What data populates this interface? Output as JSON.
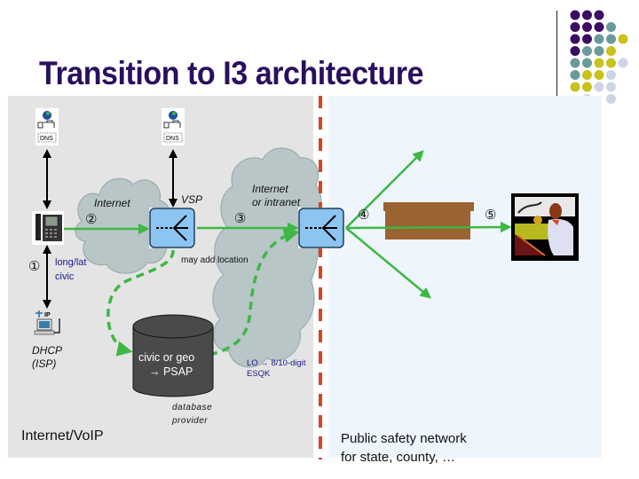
{
  "slide": {
    "title": "Transition to I3 architecture",
    "colors": {
      "title": "#2a0f5e",
      "left_panel_bg": "#e4e4e4",
      "right_panel_bg": "#eef5fd",
      "green_arrow": "#3db843",
      "boundary_dash": "#d9441c",
      "router_fill": "#8cc4f2",
      "cloud_fill": "#b8c6c8",
      "database_fill": "#4a4a4a",
      "brown_box": "#9a6432",
      "navy_text": "#1a1a8c"
    },
    "decoration_dots": [
      [
        "purple",
        "purple",
        "purple"
      ],
      [
        "purple",
        "purple",
        "purple",
        "teal"
      ],
      [
        "purple",
        "purple",
        "teal",
        "teal",
        "yellow"
      ],
      [
        "purple",
        "teal",
        "teal",
        "yellow"
      ],
      [
        "teal",
        "teal",
        "yellow",
        "yellow",
        "lavender"
      ],
      [
        "teal",
        "yellow",
        "yellow",
        "lavender"
      ],
      [
        "yellow",
        "yellow",
        "lavender",
        "lavender"
      ],
      [
        "",
        "lavender",
        "",
        "lavender"
      ]
    ],
    "dot_colors": {
      "purple": "#3b0d63",
      "teal": "#6b9a9c",
      "yellow": "#c9c21c",
      "lavender": "#cfd3e6"
    }
  },
  "diagram": {
    "left_region_label": "Internet/VoIP",
    "right_region_label_line1": "Public safety network",
    "right_region_label_line2": "for state, county, …",
    "clouds": {
      "internet": "Internet",
      "vsp": "VSP",
      "internet_intranet_line1": "Internet",
      "internet_intranet_line2": "or intranet"
    },
    "steps": {
      "step1": "①",
      "step2": "②",
      "step3": "③",
      "step4": "④",
      "step5": "⑤"
    },
    "labels": {
      "long_lat": "long/lat",
      "civic": "civic",
      "dhcp": "DHCP",
      "isp": "(ISP)",
      "may_add_location": "may add location",
      "db_line1": "civic or geo",
      "db_line2": "→ PSAP",
      "database": "database",
      "provider": "provider",
      "lo_esqk_line1": "LO → 8/10-digit",
      "lo_esqk_line2": "ESQK",
      "dns_label": "DNS"
    }
  }
}
